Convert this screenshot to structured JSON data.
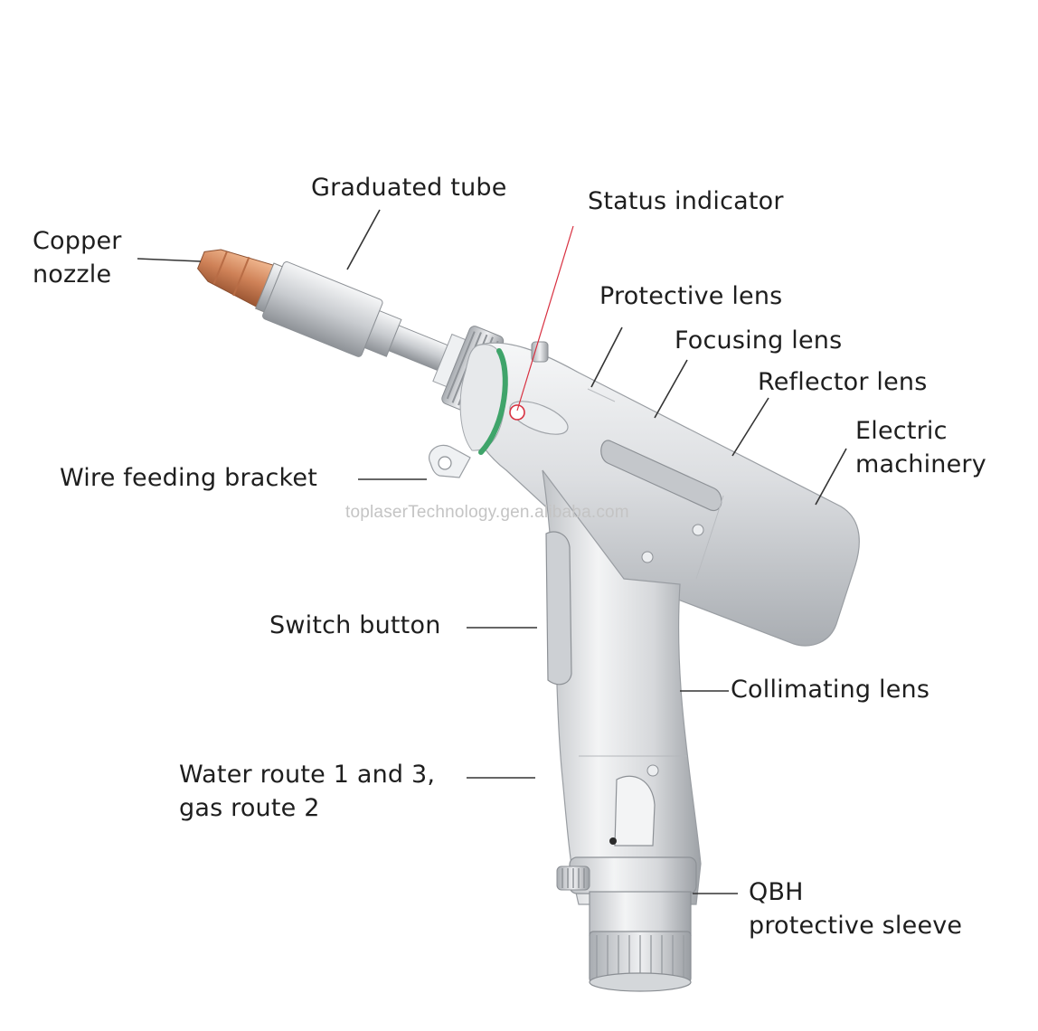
{
  "watermark": "toplaserTechnology.gen.alibaba.com",
  "labels": {
    "copper_nozzle": [
      "Copper",
      "nozzle"
    ],
    "graduated_tube": "Graduated tube",
    "status_indicator": "Status indicator",
    "protective_lens": "Protective lens",
    "focusing_lens": "Focusing lens",
    "reflector_lens": "Reflector lens",
    "electric_machinery": [
      "Electric",
      "machinery"
    ],
    "wire_feeding_bracket": "Wire feeding bracket",
    "switch_button": "Switch button",
    "collimating_lens": "Collimating lens",
    "water_route": [
      "Water route 1 and 3,",
      "gas route 2"
    ],
    "qbh_sleeve": [
      "QBH",
      "protective sleeve"
    ]
  },
  "colors": {
    "body_silver": "#d9dbde",
    "copper": "#d2875e",
    "accent_green": "#3fa46a",
    "indicator_red": "#d83040",
    "leader_line": "#333333"
  }
}
